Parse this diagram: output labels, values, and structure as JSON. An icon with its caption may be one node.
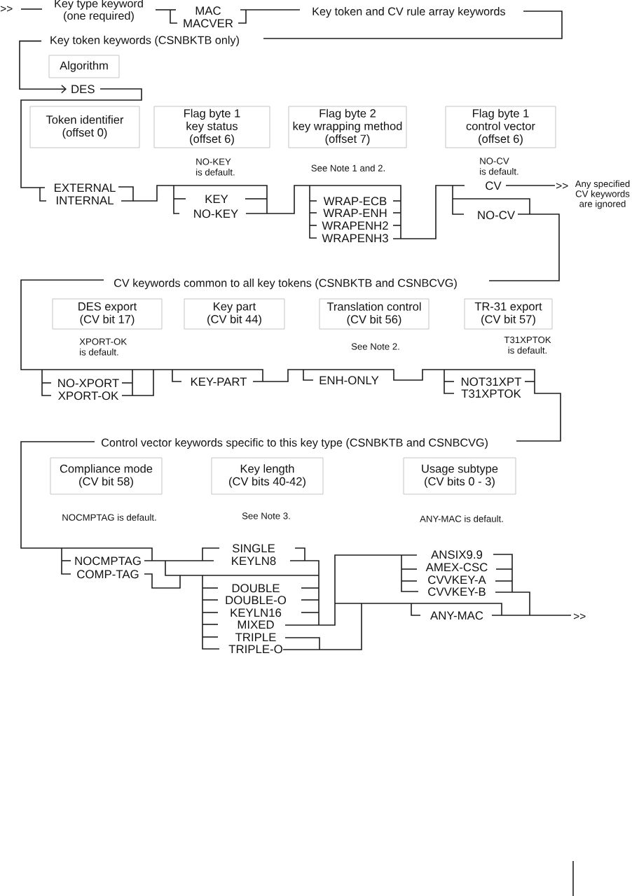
{
  "diagram": {
    "nodes": [
      {
        "text": [
          "Key token keywords (CSNBKTB only)"
        ]
      },
      {
        "text": [
          "Algorithm"
        ]
      },
      {
        "text": [
          "DES"
        ]
      },
      {
        "text": [
          "Token identifier (offset 0)"
        ]
      },
      {
        "text": [
          "Flag byte 1 key status (offset 6)"
        ],
        "beside": [
          "NO-KEY is default."
        ]
      },
      {
        "text": [
          "Flag byte 2 key wrapping method (offset 7)"
        ],
        "beside": [
          "See Note 1 and 2."
        ]
      },
      {
        "text": [
          "Flag byte 1 control vector (offset 6)"
        ],
        "beside": [
          "NO-CV is default."
        ]
      },
      {
        "text": [
          "DES export (CV bit 17)"
        ],
        "beside": [
          "XPORT-OK is default."
        ]
      },
      {
        "text": [
          "Key part (CV bit 44)"
        ]
      },
      {
        "text": [
          "Translation control (CV bit 56)"
        ],
        "beside": [
          "See Note 2."
        ]
      },
      {
        "text": [
          "TR-31 export (CV bit 57)"
        ],
        "beside": [
          "T31XPTOK is default."
        ]
      },
      {
        "text": [
          "Compliance mode (CV bit 58)"
        ],
        "beside": [
          "NOCMPTAG is default."
        ]
      },
      {
        "text": [
          "Key length (CV bits 40-42)"
        ],
        "beside": [
          "See Note 3."
        ]
      },
      {
        "text": [
          "Usage subtype (CV bits 0 - 3)"
        ],
        "beside": [
          "ANY-MAC is default."
        ]
      }
    ],
    "edges": [
      {
        "from": 0,
        "to": 2,
        "arrow": "to"
      }
    ],
    "labels": [
      ">>",
      "Key type keyword (one required)",
      "MAC",
      "MACVER",
      "Key token and CV rule array keywords",
      "EXTERNAL",
      "INTERNAL",
      "KEY",
      "NO-KEY",
      "WRAP-ECB",
      "WRAP-ENH",
      "WRAPENH2",
      "WRAPENH3",
      "CV",
      ">>",
      "Any specified CV keywords are ignored",
      "NO-CV",
      "CV keywords common to all key tokens (CSNBKTB and CSNBCVG)",
      "NO-XPORT",
      "XPORT-OK",
      "KEY-PART",
      "ENH-ONLY",
      "NOT31XPT",
      "T31XPTOK",
      "Control vector keywords specific to this key type (CSNBKTB and CSNBCVG)",
      "NOCMPTAG",
      "COMP-TAG",
      "SINGLE",
      "KEYLN8",
      "DOUBLE",
      "DOUBLE-O",
      "KEYLN16",
      "MIXED",
      "TRIPLE",
      "TRIPLE-O",
      "ANSIX9.9",
      "AMEX-CSC",
      "CVVKEY-A",
      "CVVKEY-B",
      "ANY-MAC",
      ">>"
    ]
  }
}
